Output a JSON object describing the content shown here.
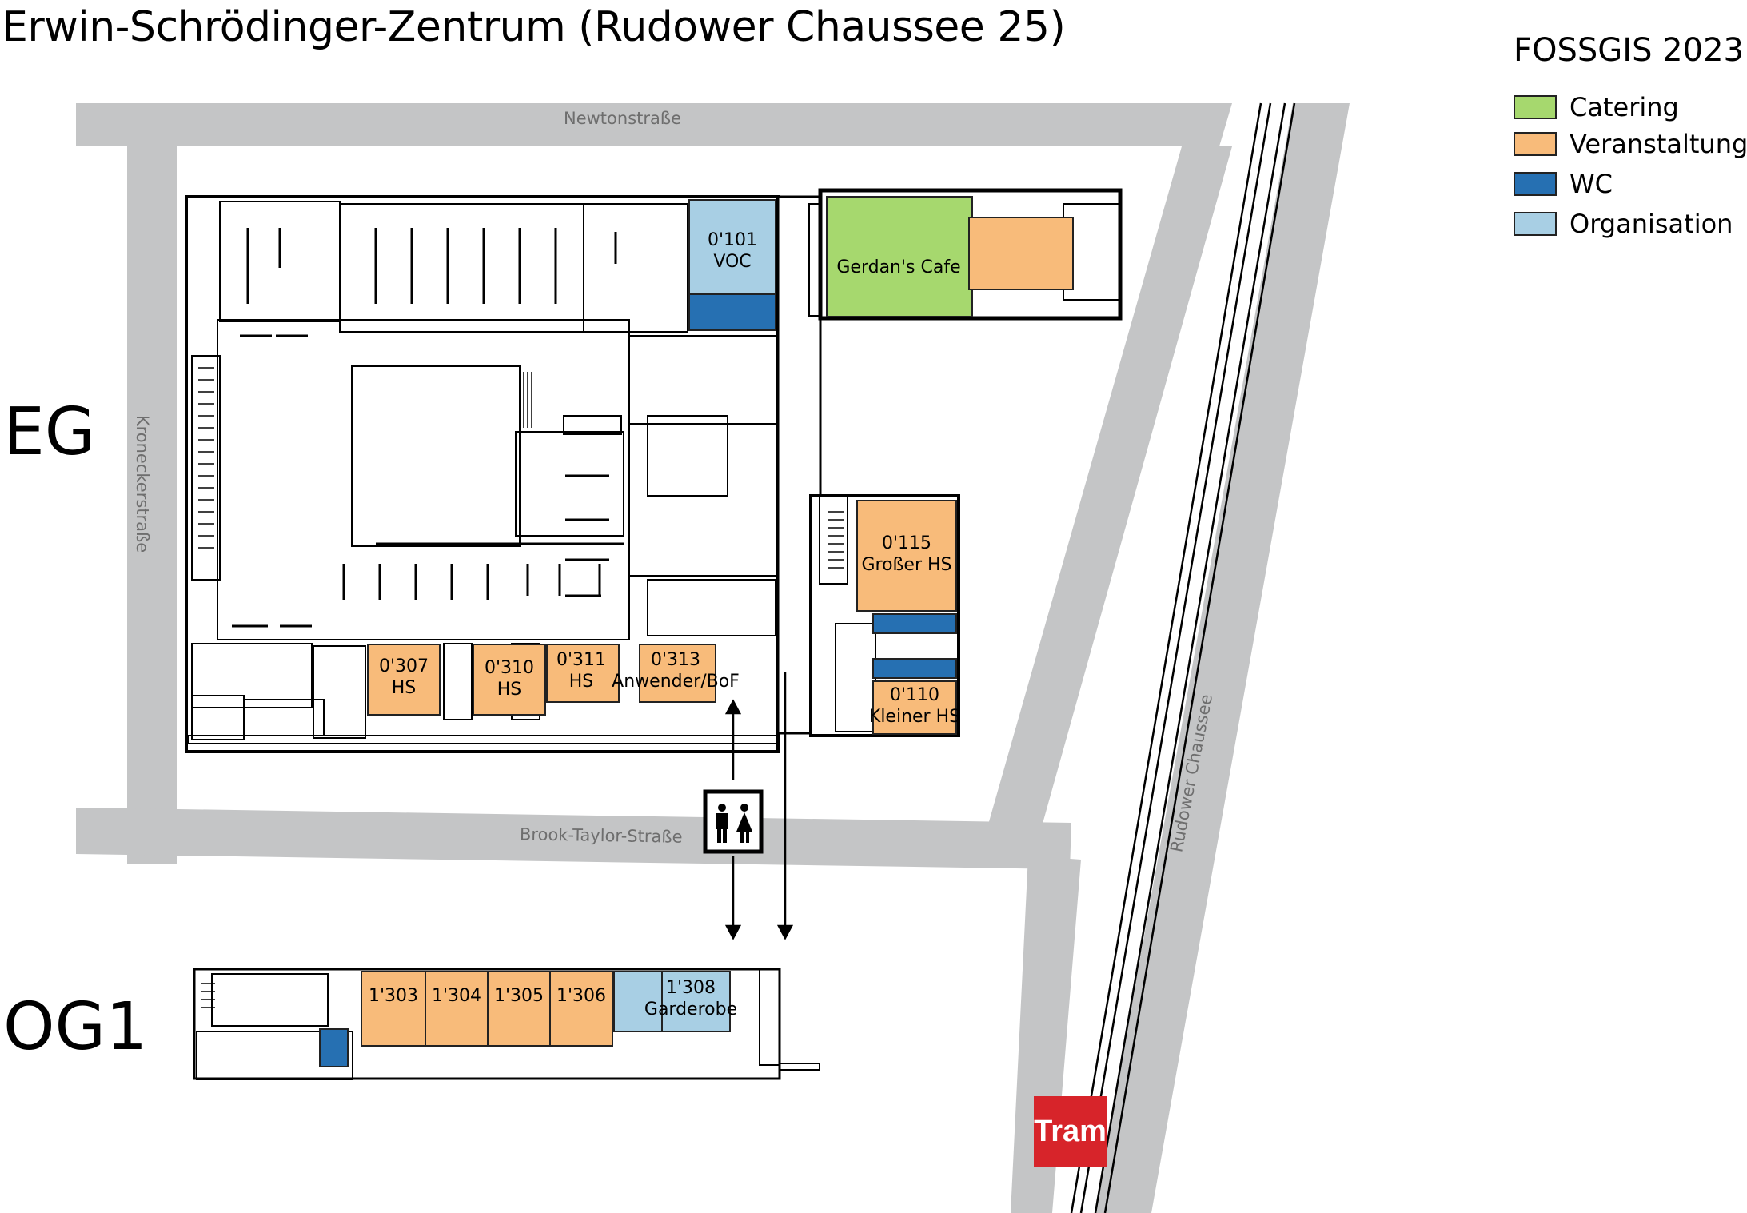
{
  "title": "Erwin-Schrödinger-Zentrum (Rudower Chaussee 25)",
  "legend": {
    "title": "FOSSGIS 2023",
    "items": [
      {
        "label": "Catering",
        "color": "#a6d86e"
      },
      {
        "label": "Veranstaltung",
        "color": "#f8bb7a"
      },
      {
        "label": "WC",
        "color": "#2670b2"
      },
      {
        "label": "Organisation",
        "color": "#a8cfe4"
      }
    ]
  },
  "floors": {
    "eg": "EG",
    "og1": "OG1"
  },
  "streets": {
    "newton": "Newtonstraße",
    "kronecker": "Kroneckerstraße",
    "brook_taylor": "Brook-Taylor-Straße",
    "rudower": "Rudower Chaussee"
  },
  "rooms_eg": {
    "voc": {
      "number": "0'101",
      "name": "VOC"
    },
    "cafe": {
      "name": "Gerdan's Cafe"
    },
    "gross": {
      "number": "0'115",
      "name": "Großer HS"
    },
    "klein": {
      "number": "0'110",
      "name": "Kleiner HS"
    },
    "r307": {
      "number": "0'307",
      "name": "HS"
    },
    "r310": {
      "number": "0'310",
      "name": "HS"
    },
    "r311": {
      "number": "0'311",
      "name": "HS"
    },
    "r313": {
      "number": "0'313",
      "name": "Anwender/BoF"
    }
  },
  "rooms_og1": {
    "r1303": {
      "number": "1'303"
    },
    "r1304": {
      "number": "1'304"
    },
    "r1305": {
      "number": "1'305"
    },
    "r1306": {
      "number": "1'306"
    },
    "r1308": {
      "number": "1'308",
      "name": "Garderobe"
    }
  },
  "icons": {
    "wc": "toilet-man-woman-icon",
    "tram": "tram-stop-icon"
  },
  "tram_label": "Tram"
}
